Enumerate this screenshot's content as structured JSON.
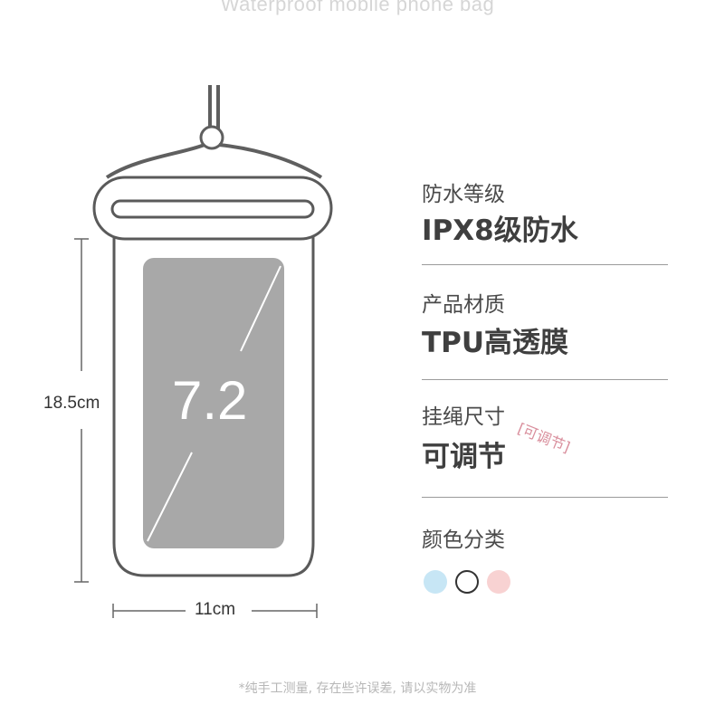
{
  "header": {
    "title": "Waterproof mobile phone bag"
  },
  "product": {
    "screen_size": "7.2",
    "height_dim": "18.5cm",
    "width_dim": "11cm"
  },
  "specs": [
    {
      "label": "防水等级",
      "value": "IPX8级防水"
    },
    {
      "label": "产品材质",
      "value": "TPU高透膜"
    },
    {
      "label": "挂绳尺寸",
      "value": "可调节",
      "tag": "[可调节]"
    }
  ],
  "colors": {
    "label": "颜色分类",
    "swatches": [
      {
        "name": "light-blue",
        "hex": "#c7e6f5"
      },
      {
        "name": "white",
        "hex": "#ffffff"
      },
      {
        "name": "pink",
        "hex": "#f8d2d2"
      }
    ]
  },
  "footnote": "*纯手工测量, 存在些许误差, 请以实物为准",
  "palette": {
    "outline": "#5a5a5a",
    "screen": "#a8a8a8",
    "divider": "#9b9b9b",
    "accent_pink": "#d98e9c"
  }
}
